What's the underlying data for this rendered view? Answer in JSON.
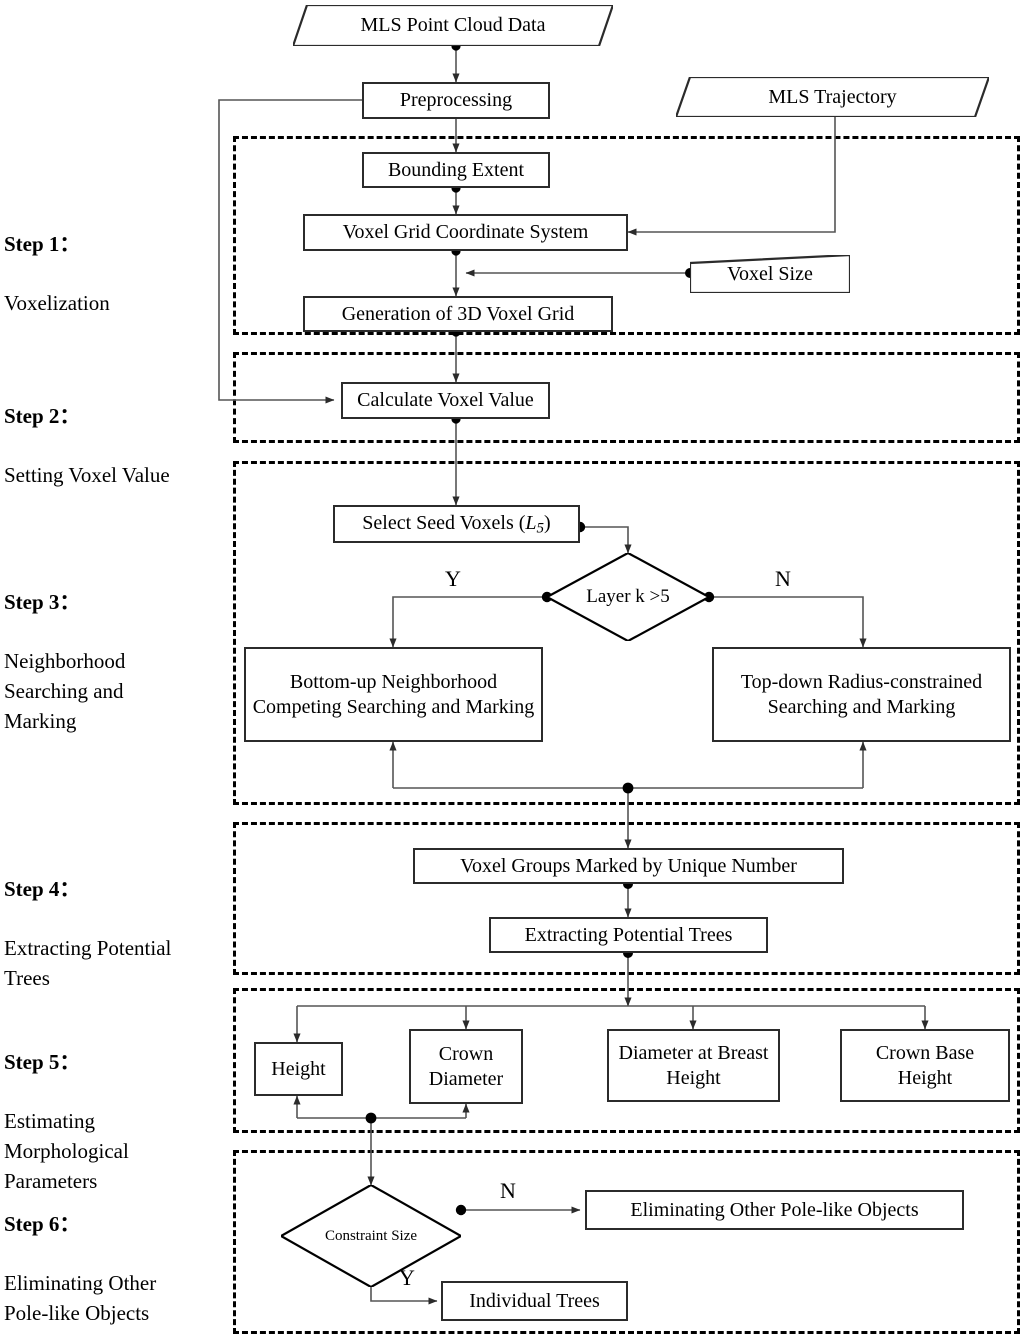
{
  "figure": {
    "type": "flowchart",
    "title": "Individual Tree Extraction from MLS Point Cloud Data",
    "orientation": "top-to-bottom"
  },
  "steps": [
    {
      "id": "step1",
      "title": "Step 1：",
      "desc": "Voxelization"
    },
    {
      "id": "step2",
      "title": "Step 2：",
      "desc": "Setting Voxel Value"
    },
    {
      "id": "step3",
      "title": "Step 3：",
      "desc": "Neighborhood\nSearching and\nMarking"
    },
    {
      "id": "step4",
      "title": "Step 4：",
      "desc": "Extracting Potential\nTrees"
    },
    {
      "id": "step5",
      "title": "Step 5：",
      "desc": "Estimating\nMorphological\nParameters"
    },
    {
      "id": "step6",
      "title": "Step 6：",
      "desc": "Eliminating Other\nPole-like Objects"
    }
  ],
  "nodes": {
    "mls_point_cloud_data": "MLS Point Cloud Data",
    "preprocessing": "Preprocessing",
    "mls_trajectory": "MLS Trajectory",
    "bounding_extent": "Bounding Extent",
    "voxel_grid_coordinate_system": "Voxel Grid Coordinate System",
    "voxel_size": "Voxel Size",
    "generation_of_3d_voxel_grid": "Generation of 3D Voxel Grid",
    "calculate_voxel_value": "Calculate Voxel Value",
    "select_seed_voxels_prefix": "Select Seed Voxels (",
    "select_seed_voxels_symbol": "L",
    "select_seed_voxels_subscript": "5",
    "select_seed_voxels_suffix": ")",
    "layer_decision": "Layer k >5",
    "bottom_up": "Bottom-up Neighborhood Competing Searching and Marking",
    "top_down": "Top-down Radius-constrained Searching and Marking",
    "voxel_groups_marked": "Voxel Groups Marked by Unique Number",
    "extracting_potential_trees": "Extracting Potential Trees",
    "height": "Height",
    "crown_diameter": "Crown Diameter",
    "diameter_at_breast_height": "Diameter at Breast Height",
    "crown_base_height": "Crown Base Height",
    "constraint_size": "Constraint Size",
    "eliminating_other_pole_like_objects": "Eliminating Other Pole-like Objects",
    "individual_trees": "Individual Trees"
  },
  "branch_labels": {
    "layer_yes": "Y",
    "layer_no": "N",
    "constraint_no": "N",
    "constraint_yes": "Y"
  },
  "colors": {
    "stroke": "#000000",
    "node_border": "#2b2b2b",
    "background": "#ffffff",
    "wire": "#555555"
  }
}
